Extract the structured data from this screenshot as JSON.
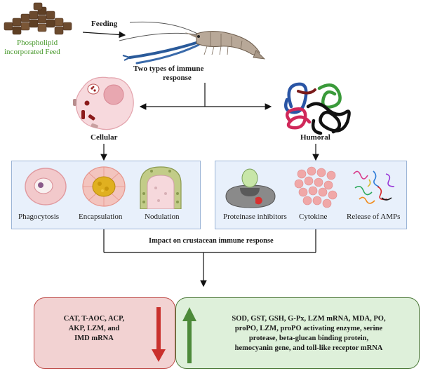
{
  "feed": {
    "label_line1": "Phospholipid",
    "label_line2": "incorporated Feed",
    "color": "#4a9a2e"
  },
  "arrows": {
    "feeding": "Feeding"
  },
  "immune": {
    "title_line1": "Two types of immune",
    "title_line2": "response",
    "cellular": "Cellular",
    "humoral": "Humoral"
  },
  "cellular_panel": {
    "items": [
      "Phagocytosis",
      "Encapsulation",
      "Nodulation"
    ]
  },
  "humoral_panel": {
    "items": [
      "Proteinase inhibitors",
      "Cytokine",
      "Release of AMPs"
    ]
  },
  "impact": {
    "label": "Impact on crustacean immune response"
  },
  "decreased": {
    "lines": [
      "CAT, T-AOC, ACP,",
      "AKP, LZM, and",
      "IMD mRNA"
    ],
    "box_color": "#f2d2d2",
    "border_color": "#c0504d",
    "arrow_color": "#c9302c"
  },
  "increased": {
    "lines": [
      "SOD, GST, GSH, G-Px, LZM mRNA, MDA, PO,",
      "proPO, LZM, proPO activating enzyme, serine",
      "protease, beta-glucan binding protein,",
      "hemocyanin gene, and toll-like receptor mRNA"
    ],
    "box_color": "#def0da",
    "border_color": "#4d7a3a",
    "arrow_color": "#4d8a3a"
  }
}
